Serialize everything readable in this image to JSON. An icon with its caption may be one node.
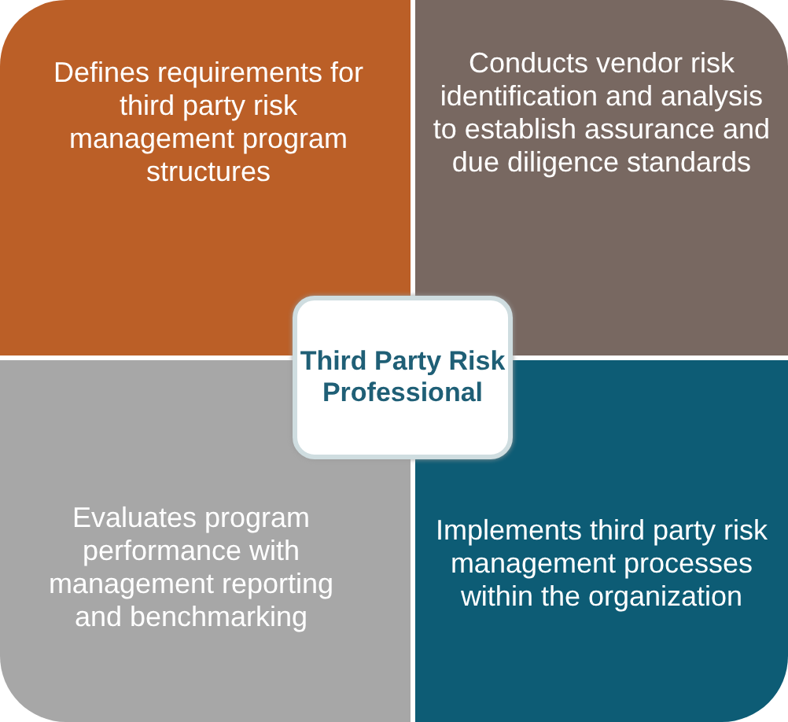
{
  "diagram": {
    "nodes": [
      {
        "text": [
          "Defines requirements for third party risk management program structures"
        ]
      },
      {
        "text": [
          "Conducts vendor risk identification and analysis to establish assurance and due diligence standards"
        ]
      },
      {
        "text": [
          "Third Party Risk Professional"
        ]
      },
      {
        "text": [
          "Evaluates program performance with management reporting and benchmarking"
        ]
      },
      {
        "text": [
          "Implements third party risk management processes within the organization"
        ]
      }
    ]
  }
}
